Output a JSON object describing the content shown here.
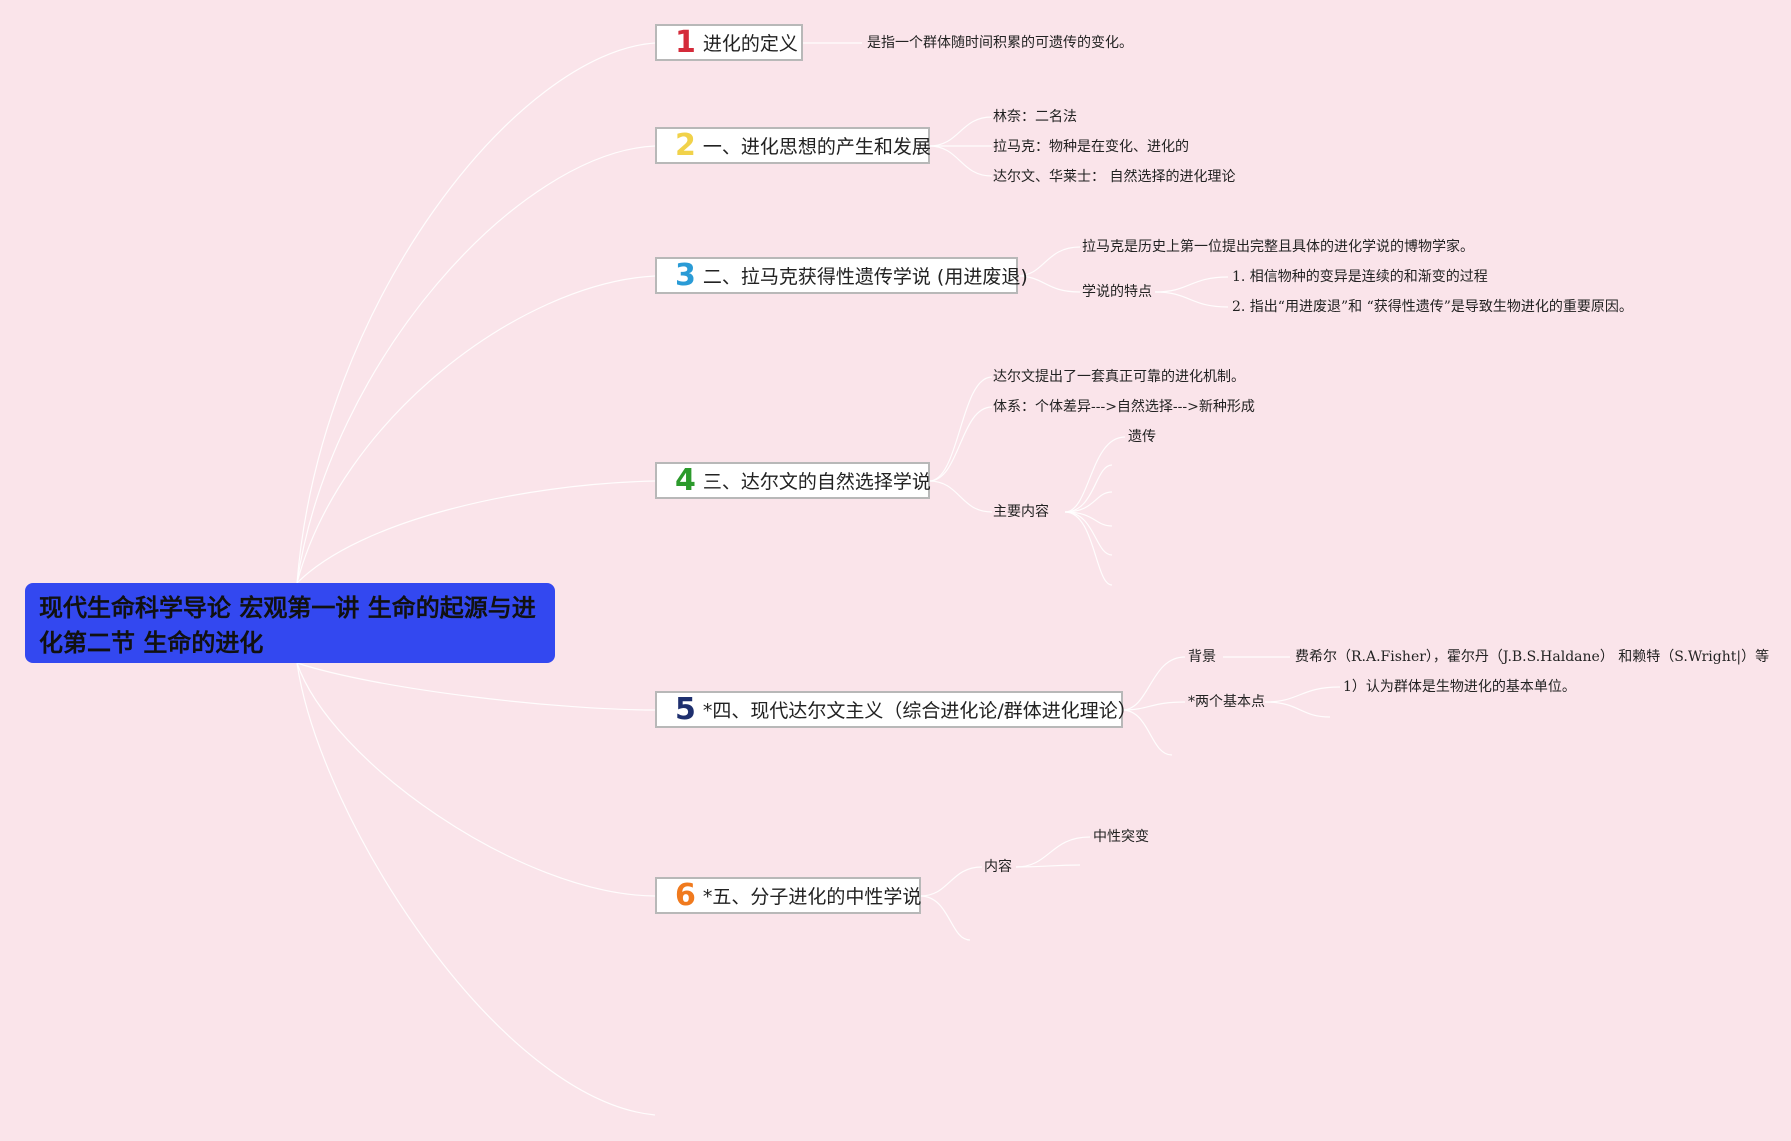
{
  "root": {
    "title": "现代生命科学导论 宏观第一讲 生命的起源与进化第二节 生命的进化"
  },
  "colors": {
    "background": "#fae4ea",
    "root_fill": "#3348f0",
    "connector": "#ffffff",
    "num_1": "#d42b3a",
    "num_2": "#f1d24a",
    "num_3": "#2a9bd6",
    "num_4": "#2c9a2c",
    "num_5": "#1e2f6e",
    "num_6": "#f07a1e"
  },
  "topics": [
    {
      "num": "1",
      "label": "进化的定义"
    },
    {
      "num": "2",
      "label": "一、进化思想的产生和发展"
    },
    {
      "num": "3",
      "label": "二、拉马克获得性遗传学说 (用进废退)"
    },
    {
      "num": "4",
      "label": "三、达尔文的自然选择学说"
    },
    {
      "num": "5",
      "label": "*四、现代达尔文主义（综合进化论/群体进化理论）"
    },
    {
      "num": "6",
      "label": "*五、分子进化的中性学说"
    }
  ],
  "leaves": {
    "t1_def": "是指一个群体随时间积累的可遗传的变化。",
    "t2_linnaeus": "林奈：二名法",
    "t2_lamarck": "拉马克：物种是在变化、进化的",
    "t2_darwin": "达尔文、华莱士： 自然选择的进化理论",
    "t3_first": "拉马克是历史上第一位提出完整且具体的进化学说的博物学家。",
    "t3_features": "学说的特点",
    "t3_f1": "1. 相信物种的变异是连续的和渐变的过程",
    "t3_f2": "2. 指出“用进废退”和 “获得性遗传”是导致生物进化的重要原因。",
    "t4_mechanism": "达尔文提出了一套真正可靠的进化机制。",
    "t4_system": "体系：个体差异--->自然选择--->新种形成",
    "t4_main": "主要内容",
    "t4_heredity": "遗传",
    "t5_background": "背景",
    "t5_scientists": "费希尔（R.A.Fisher），霍尔丹（J.B.S.Haldane） 和赖特（S.Wright|）等",
    "t5_two_points": "*两个基本点",
    "t5_point1": "1）认为群体是生物进化的基本单位。",
    "t6_content": "内容",
    "t6_neutral": "中性突变"
  }
}
